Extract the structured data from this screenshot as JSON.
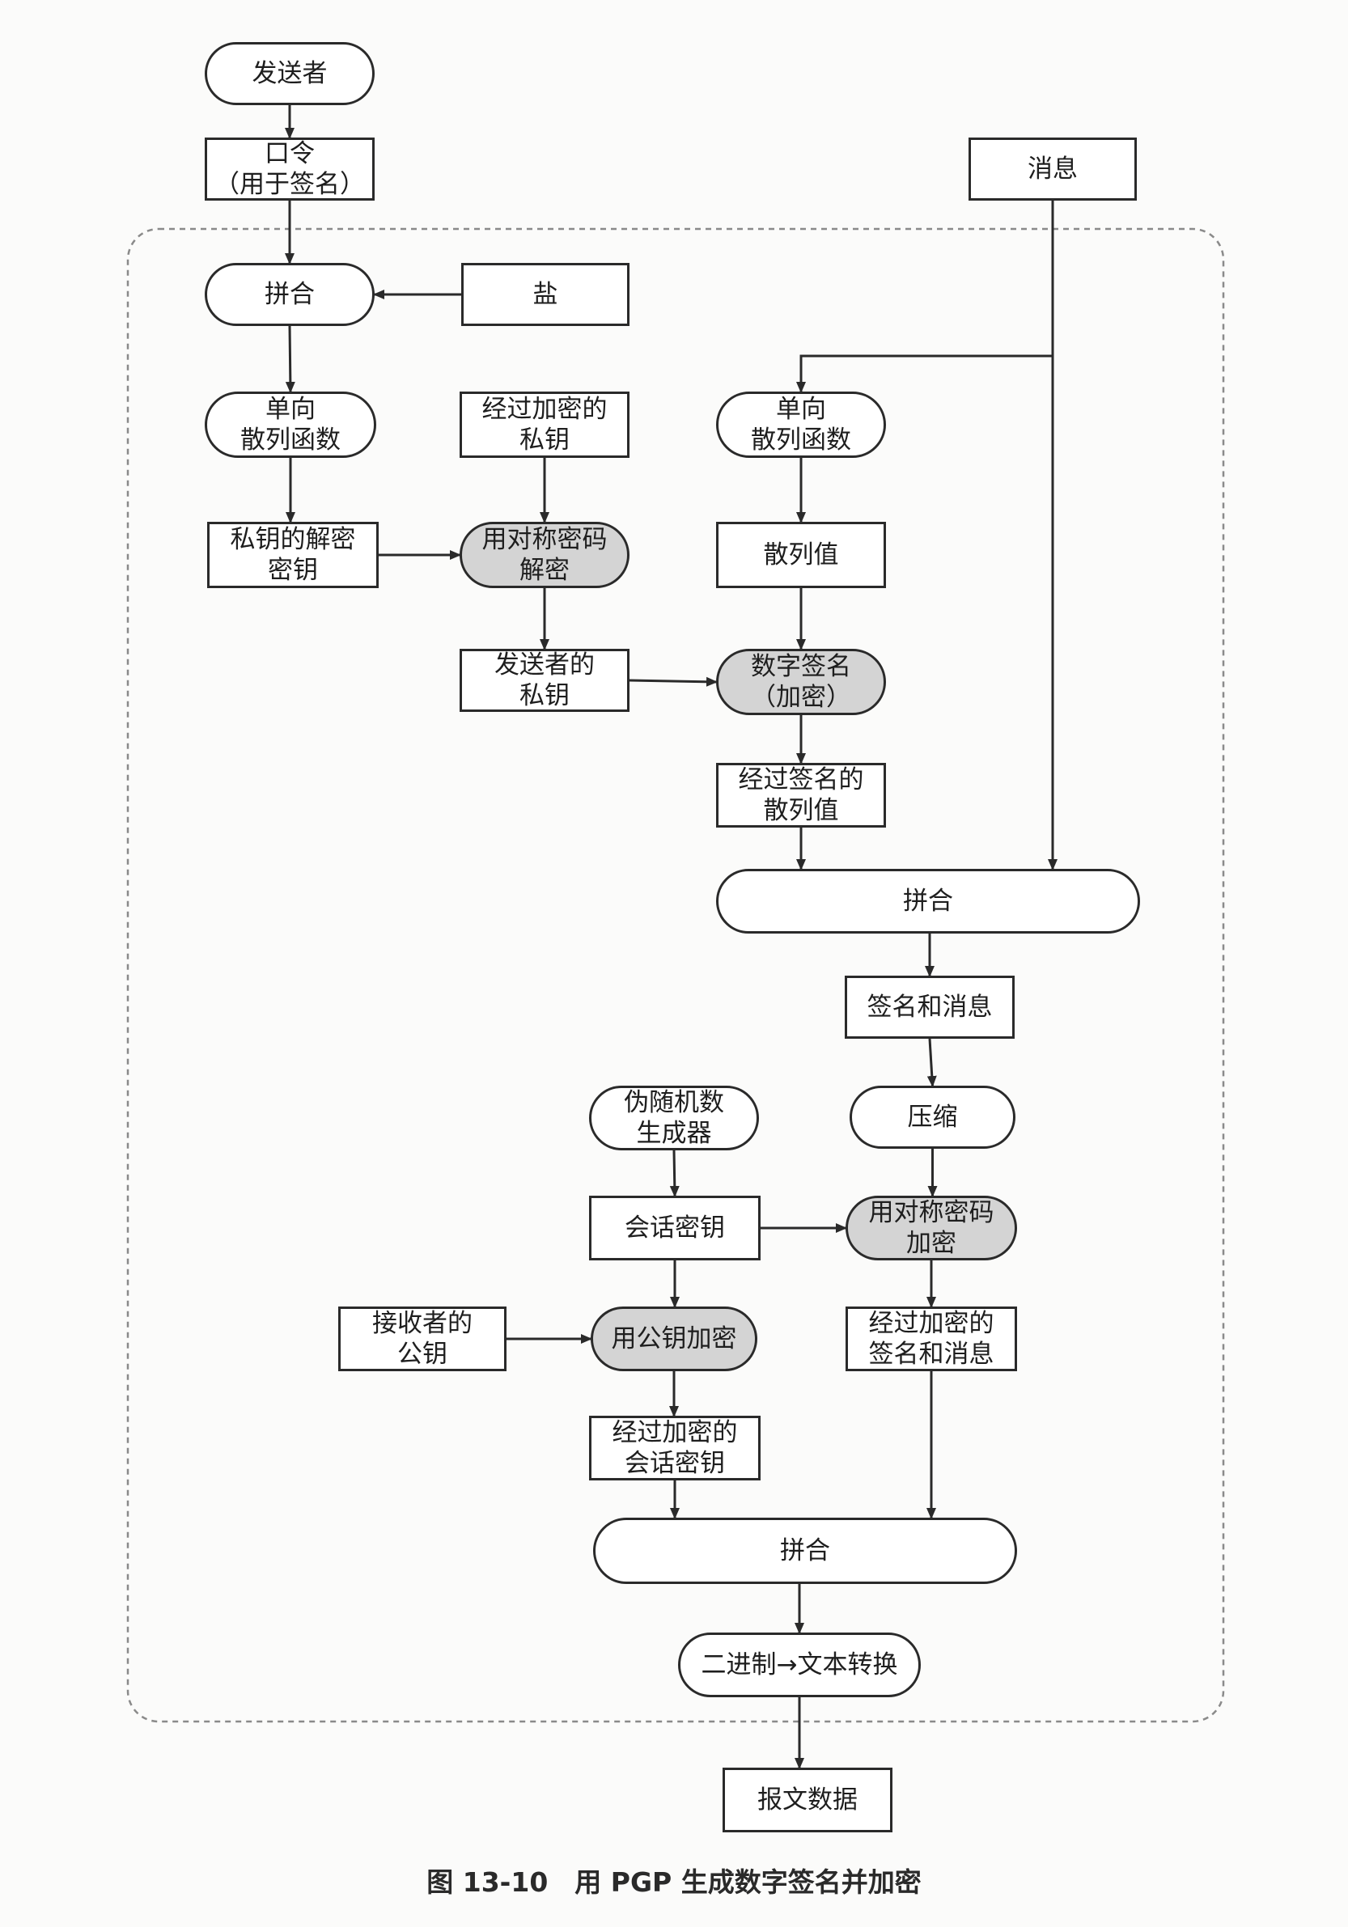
{
  "diagram": {
    "nodes": [
      {
        "id": "sender",
        "label": "发送者",
        "shape": "terminal",
        "fill": "white"
      },
      {
        "id": "passphrase",
        "label": "口令\n（用于签名）",
        "shape": "box",
        "fill": "white"
      },
      {
        "id": "message",
        "label": "消息",
        "shape": "box",
        "fill": "white"
      },
      {
        "id": "concat1",
        "label": "拼合",
        "shape": "terminal",
        "fill": "white"
      },
      {
        "id": "salt",
        "label": "盐",
        "shape": "box",
        "fill": "white"
      },
      {
        "id": "hash1",
        "label": "单向\n散列函数",
        "shape": "terminal",
        "fill": "white"
      },
      {
        "id": "enc_privkey",
        "label": "经过加密的\n私钥",
        "shape": "box",
        "fill": "white"
      },
      {
        "id": "hash2",
        "label": "单向\n散列函数",
        "shape": "terminal",
        "fill": "white"
      },
      {
        "id": "privkey_dec_key",
        "label": "私钥的解密\n密钥",
        "shape": "box",
        "fill": "white"
      },
      {
        "id": "sym_decrypt",
        "label": "用对称密码\n解密",
        "shape": "terminal",
        "fill": "gray"
      },
      {
        "id": "hash_value",
        "label": "散列值",
        "shape": "box",
        "fill": "white"
      },
      {
        "id": "sender_privkey",
        "label": "发送者的\n私钥",
        "shape": "box",
        "fill": "white"
      },
      {
        "id": "sign",
        "label": "数字签名\n（加密）",
        "shape": "terminal",
        "fill": "gray"
      },
      {
        "id": "signed_hash",
        "label": "经过签名的\n散列值",
        "shape": "box",
        "fill": "white"
      },
      {
        "id": "concat2",
        "label": "拼合",
        "shape": "terminal",
        "fill": "white"
      },
      {
        "id": "sig_msg",
        "label": "签名和消息",
        "shape": "box",
        "fill": "white"
      },
      {
        "id": "prng",
        "label": "伪随机数\n生成器",
        "shape": "terminal",
        "fill": "white"
      },
      {
        "id": "compress",
        "label": "压缩",
        "shape": "terminal",
        "fill": "white"
      },
      {
        "id": "session_key",
        "label": "会话密钥",
        "shape": "box",
        "fill": "white"
      },
      {
        "id": "sym_encrypt",
        "label": "用对称密码\n加密",
        "shape": "terminal",
        "fill": "gray"
      },
      {
        "id": "recv_pubkey",
        "label": "接收者的\n公钥",
        "shape": "box",
        "fill": "white"
      },
      {
        "id": "pub_encrypt",
        "label": "用公钥加密",
        "shape": "terminal",
        "fill": "gray"
      },
      {
        "id": "enc_sig_msg",
        "label": "经过加密的\n签名和消息",
        "shape": "box",
        "fill": "white"
      },
      {
        "id": "enc_session_key",
        "label": "经过加密的\n会话密钥",
        "shape": "box",
        "fill": "white"
      },
      {
        "id": "concat3",
        "label": "拼合",
        "shape": "terminal",
        "fill": "white"
      },
      {
        "id": "bin2text",
        "label": "二进制→文本转换",
        "shape": "terminal",
        "fill": "white"
      },
      {
        "id": "output",
        "label": "报文数据",
        "shape": "box",
        "fill": "white"
      }
    ],
    "edges": [
      {
        "from": "sender",
        "to": "passphrase"
      },
      {
        "from": "passphrase",
        "to": "concat1"
      },
      {
        "from": "salt",
        "to": "concat1"
      },
      {
        "from": "concat1",
        "to": "hash1"
      },
      {
        "from": "hash1",
        "to": "privkey_dec_key"
      },
      {
        "from": "privkey_dec_key",
        "to": "sym_decrypt"
      },
      {
        "from": "enc_privkey",
        "to": "sym_decrypt"
      },
      {
        "from": "sym_decrypt",
        "to": "sender_privkey"
      },
      {
        "from": "message",
        "to": "hash2"
      },
      {
        "from": "message",
        "to": "concat2"
      },
      {
        "from": "hash2",
        "to": "hash_value"
      },
      {
        "from": "hash_value",
        "to": "sign"
      },
      {
        "from": "sender_privkey",
        "to": "sign"
      },
      {
        "from": "sign",
        "to": "signed_hash"
      },
      {
        "from": "signed_hash",
        "to": "concat2"
      },
      {
        "from": "concat2",
        "to": "sig_msg"
      },
      {
        "from": "sig_msg",
        "to": "compress"
      },
      {
        "from": "compress",
        "to": "sym_encrypt"
      },
      {
        "from": "prng",
        "to": "session_key"
      },
      {
        "from": "session_key",
        "to": "sym_encrypt"
      },
      {
        "from": "session_key",
        "to": "pub_encrypt"
      },
      {
        "from": "recv_pubkey",
        "to": "pub_encrypt"
      },
      {
        "from": "sym_encrypt",
        "to": "enc_sig_msg"
      },
      {
        "from": "pub_encrypt",
        "to": "enc_session_key"
      },
      {
        "from": "enc_session_key",
        "to": "concat3"
      },
      {
        "from": "enc_sig_msg",
        "to": "concat3"
      },
      {
        "from": "concat3",
        "to": "bin2text"
      },
      {
        "from": "bin2text",
        "to": "output"
      }
    ],
    "colors": {
      "stroke": "#2a2a2a",
      "gray_fill": "#d4d4d4",
      "white_fill": "#ffffff",
      "boundary": "#8a8a8a"
    },
    "boundary": {
      "style": "dashed"
    }
  },
  "caption": "图 13-10　用 PGP 生成数字签名并加密"
}
